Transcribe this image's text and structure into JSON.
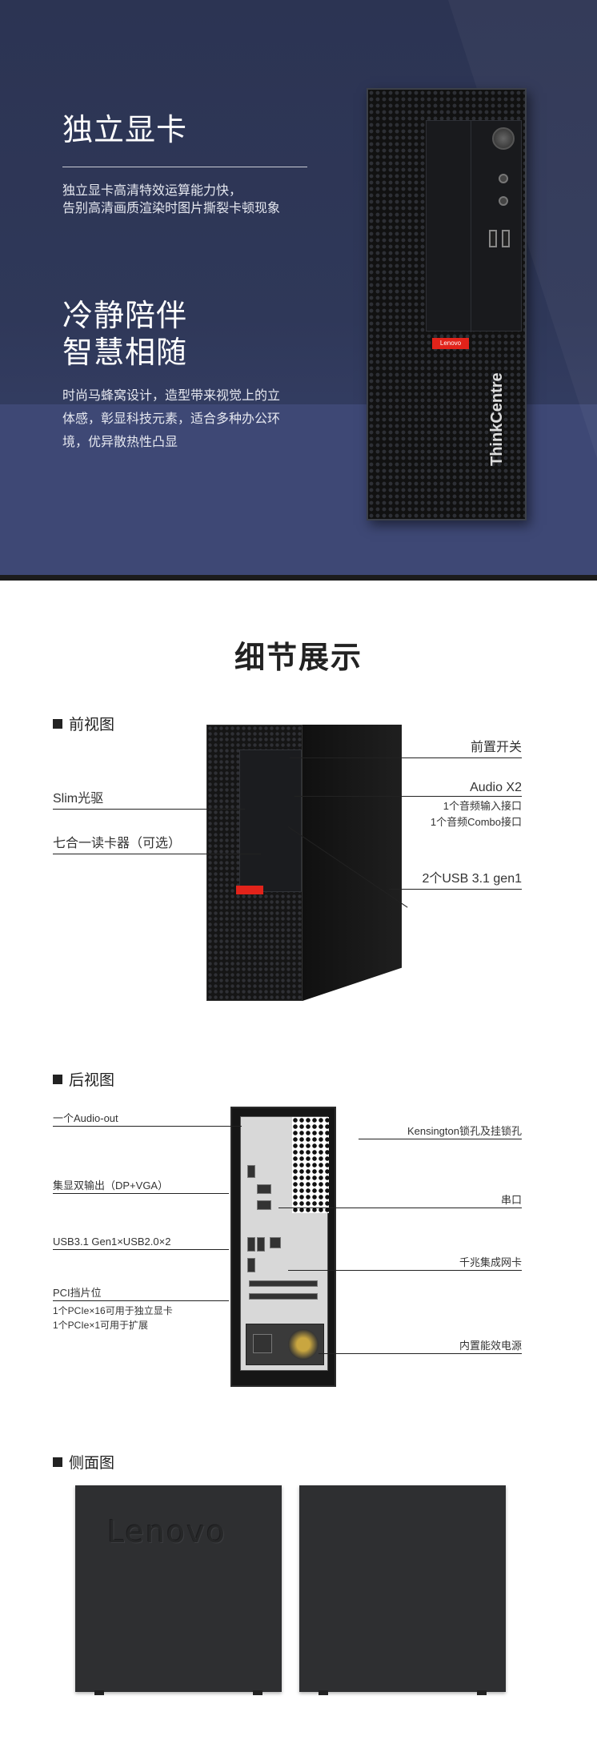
{
  "hero": {
    "title1": "独立显卡",
    "desc1_line1": "独立显卡高清特效运算能力快，",
    "desc1_line2": "告别高清画质渲染时图片撕裂卡顿现象",
    "title2_line1": "冷静陪伴",
    "title2_line2": "智慧相随",
    "desc2_line1": "时尚马蜂窝设计，造型带来视觉上的立",
    "desc2_line2": "体感，彰显科技元素，适合多种办公环",
    "desc2_line3": "境，优异散热性凸显",
    "badge": "Lenovo",
    "brand": "ThinkCentre"
  },
  "details": {
    "title": "细节展示",
    "front": {
      "heading": "前视图",
      "slim_drive": "Slim光驱",
      "card_reader": "七合一读卡器（可选）",
      "power_switch": "前置开关",
      "audio": "Audio X2",
      "audio_in": "1个音频输入接口",
      "audio_combo": "1个音频Combo接口",
      "usb": "2个USB 3.1 gen1"
    },
    "rear": {
      "heading": "后视图",
      "audio_out": "一个Audio-out",
      "display_out": "集显双输出（DP+VGA）",
      "usb": "USB3.1 Gen1×USB2.0×2",
      "pci": "PCI挡片位",
      "pci_16": "1个PCIe×16可用于独立显卡",
      "pci_1": "1个PCIe×1可用于扩展",
      "kensington": "Kensington锁孔及挂锁孔",
      "serial": "串口",
      "lan": "千兆集成网卡",
      "psu": "内置能效电源"
    },
    "side": {
      "heading": "侧面图",
      "logo": "Lenovo"
    }
  }
}
